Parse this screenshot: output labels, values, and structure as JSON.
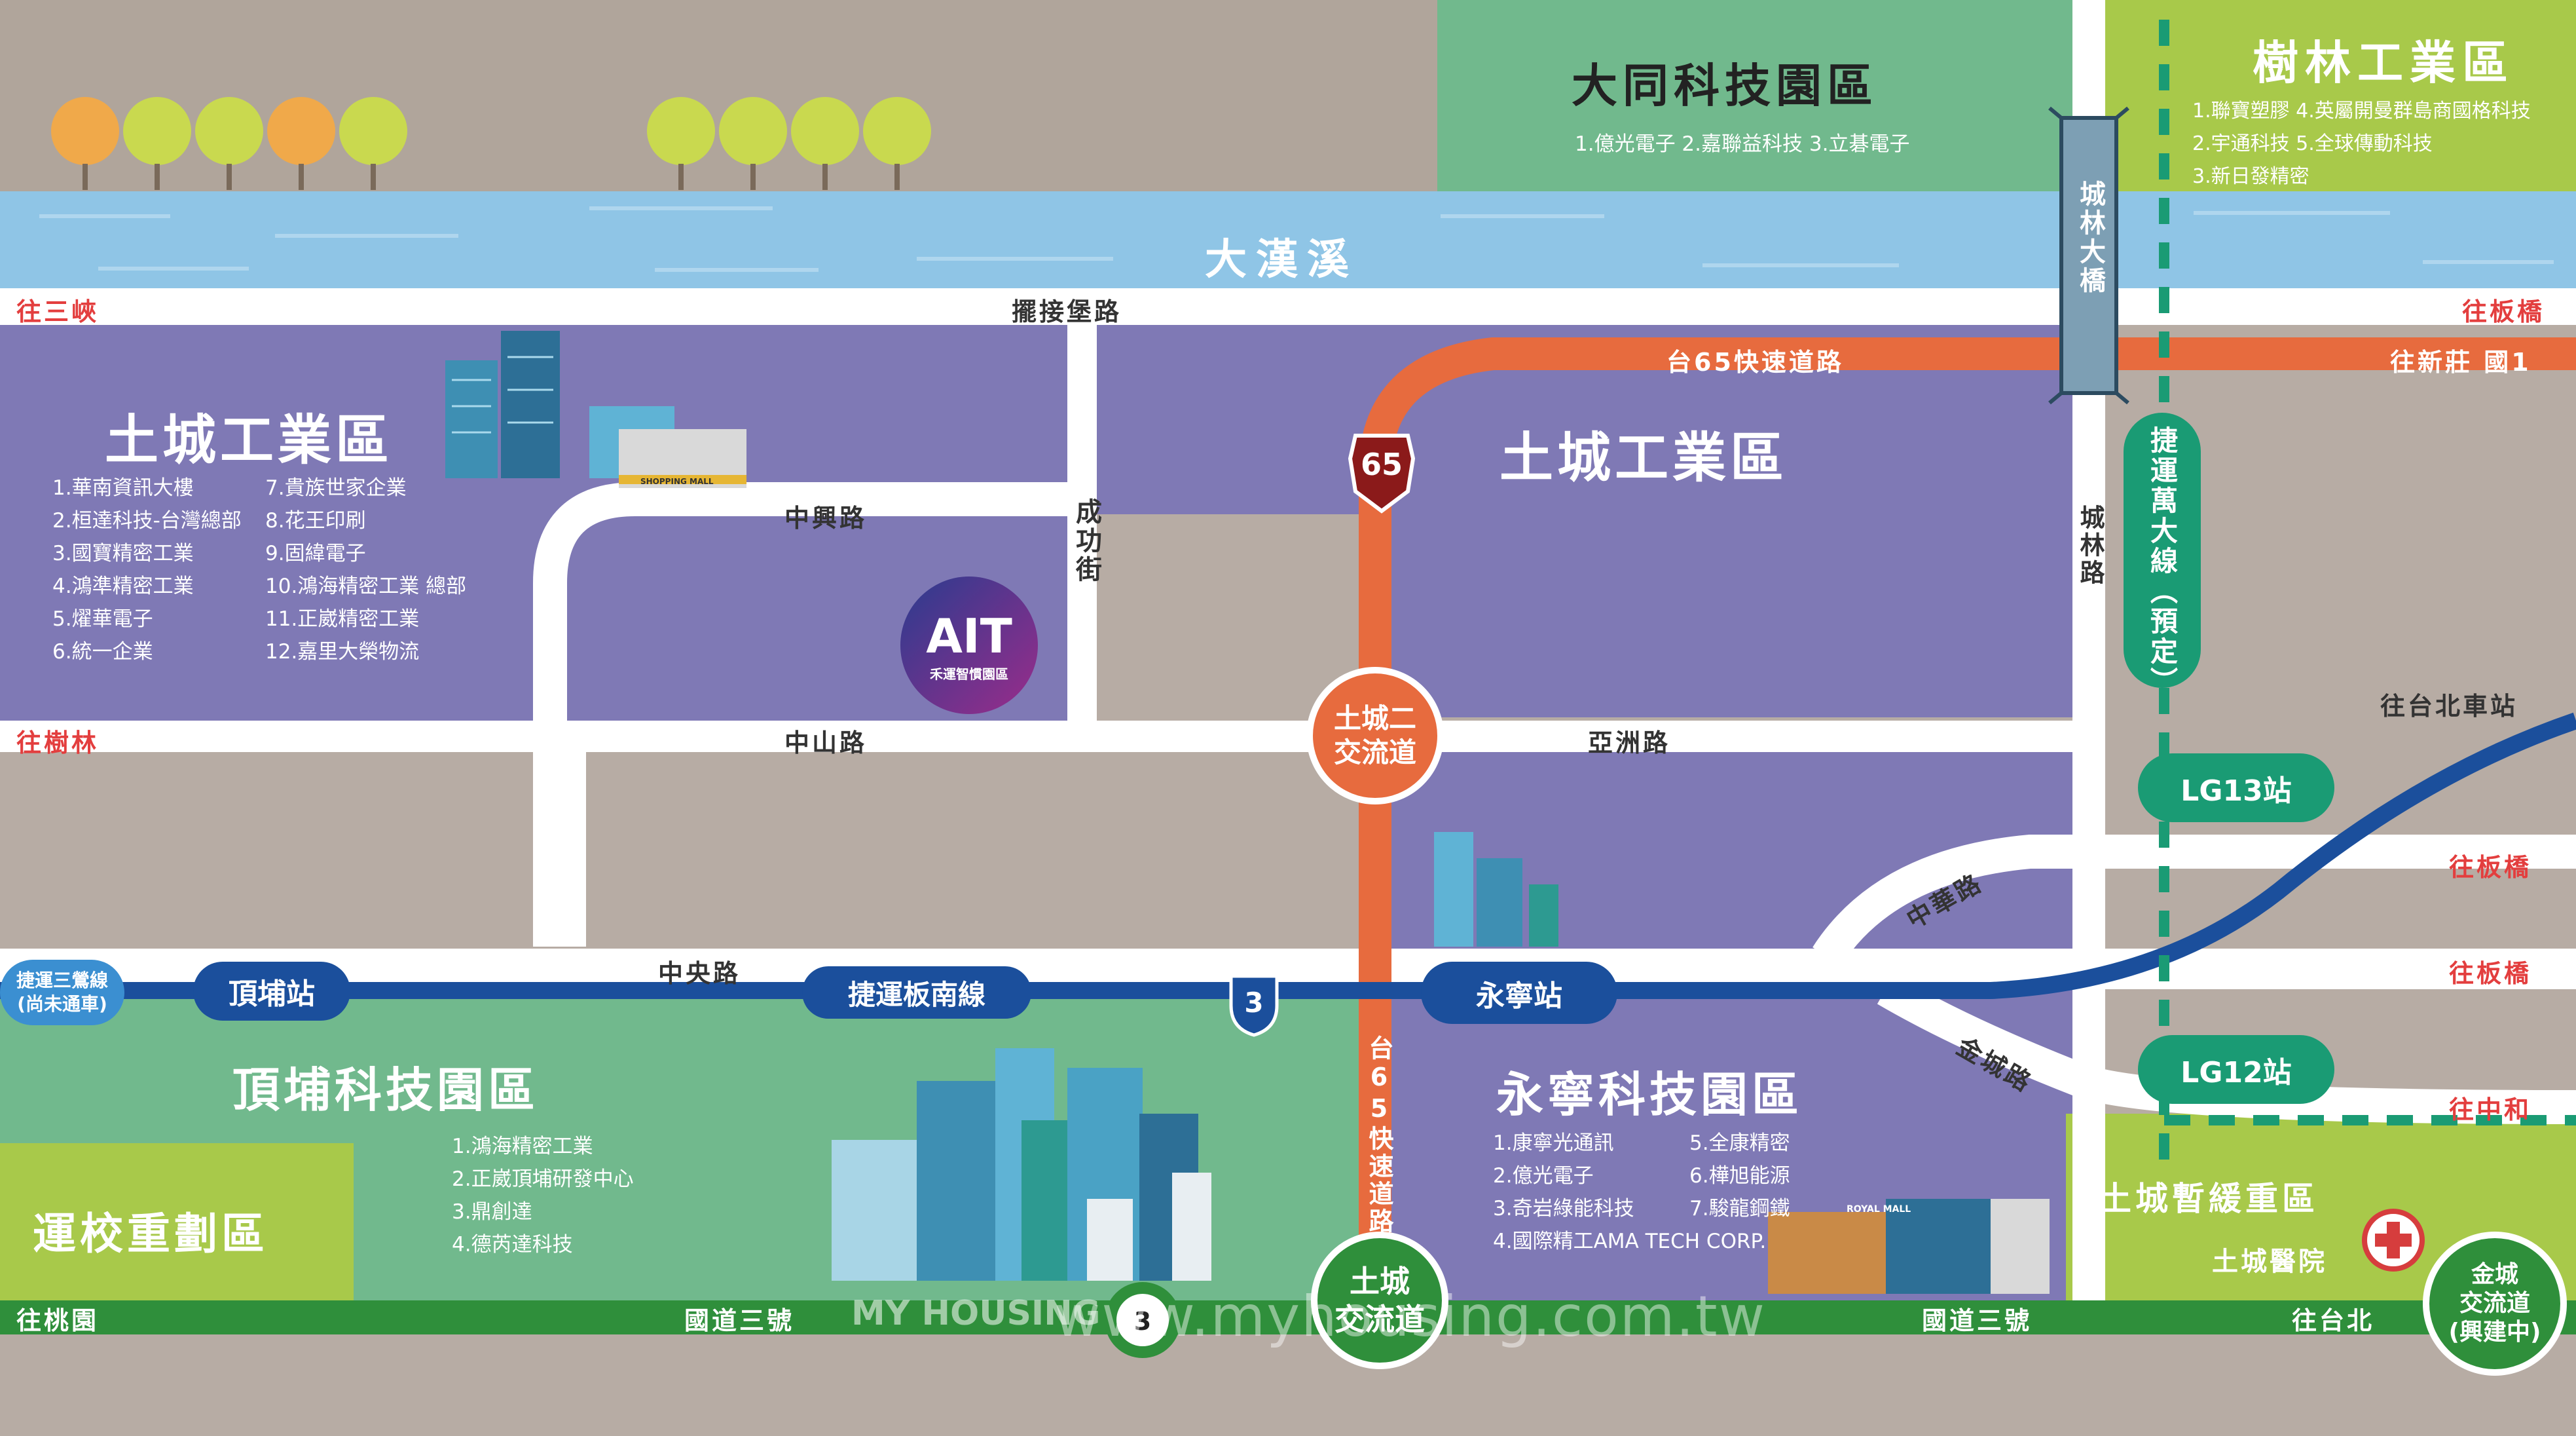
{
  "colors": {
    "purple": "#7f79b5",
    "green_zone": "#71b98d",
    "lime": "#a8c94a",
    "river": "#8fc5e6",
    "highway_orange": "#e76b3e",
    "metro_blue": "#1b4f9c",
    "freeway_green": "#2f8f3b",
    "mint_line": "#1a9b74",
    "bridge": "#7d9fb4",
    "ground": "#b7aca4",
    "road": "#ffffff"
  },
  "parks": {
    "tucheng_west": {
      "title": "土城工業區",
      "items_col1": [
        "1.華南資訊大樓",
        "2.桓達科技-台灣總部",
        "3.國寶精密工業",
        "4.鴻準精密工業",
        "5.燿華電子",
        "6.統一企業"
      ],
      "items_col2": [
        "7.貴族世家企業",
        "8.花王印刷",
        "9.固緯電子",
        "10.鴻海精密工業 總部",
        "11.正崴精密工業",
        "12.嘉里大榮物流"
      ]
    },
    "tucheng_east": {
      "title": "土城工業區"
    },
    "datong": {
      "title": "大同科技園區",
      "items": "1.億光電子  2.嘉聯益科技  3.立碁電子"
    },
    "shulin": {
      "title": "樹林工業區",
      "items": [
        "1.聯寶塑膠   4.英屬開曼群島商國格科技",
        "2.宇通科技   5.全球傳動科技",
        "3.新日發精密"
      ]
    },
    "dingpu": {
      "title": "頂埔科技園區",
      "items": [
        "1.鴻海精密工業",
        "2.正崴頂埔研發中心",
        "3.鼎創達",
        "4.德芮達科技"
      ]
    },
    "yongning": {
      "title": "永寧科技園區",
      "items_col1": [
        "1.康寧光通訊",
        "2.億光電子",
        "3.奇岩綠能科技",
        "4.國際精工AMA TECH CORP."
      ],
      "items_col2": [
        "5.全康精密",
        "6.樺旭能源",
        "7.駿龍鋼鐵"
      ]
    },
    "yunxiao": {
      "title": "運校重劃區"
    },
    "tucheng_hold": {
      "title": "土城暫緩重區",
      "hospital": "土城醫院"
    }
  },
  "river": {
    "name": "大漢溪"
  },
  "roads": {
    "baijie": "擺接堡路",
    "zhongxing": "中興路",
    "chenggong": "成功街",
    "zhongshan": "中山路",
    "yazhou": "亞洲路",
    "zhongyang": "中央路",
    "zhonghua": "中華路",
    "jincheng": "金城路",
    "chenglin": "城林路",
    "expressway_65": "台65快速道路",
    "expressway_65_vertical": "台65快速道路",
    "freeway3_west": "國道三號",
    "freeway3_east": "國道三號",
    "bridge": "城林大橋"
  },
  "destinations": {
    "to_sanxia": "往三峽",
    "to_shulin": "往樹林",
    "to_taoyuan": "往桃園",
    "to_banqiao_1": "往板橋",
    "to_xinzhuang": "往新莊 國1",
    "to_taipei_station": "往台北車站",
    "to_banqiao_2": "往板橋",
    "to_banqiao_3": "往板橋",
    "to_zhonghe": "往中和",
    "to_taipei": "往台北"
  },
  "metro": {
    "stations": {
      "dingpu": "頂埔站",
      "yongning": "永寧站",
      "lg13": "LG13站",
      "lg12": "LG12站"
    },
    "line_name": "捷運板南線",
    "sanying": "捷運三鶯線\n(尚未通車)",
    "wanda": "捷運萬大線（預定）"
  },
  "interchanges": {
    "tucheng_2": "土城二\n交流道",
    "tucheng": "土城\n交流道",
    "jincheng": "金城\n交流道\n(興建中)"
  },
  "shields": {
    "expressway": "65",
    "freeway": "3",
    "freeway_green": "3"
  },
  "logo": {
    "main": "AIT",
    "sub": "禾運智慣園區"
  },
  "watermark": {
    "brand": "MY HOUSING",
    "url": "www.myhousing.com.tw"
  },
  "mall_signs": {
    "west": "SHOPPING MALL",
    "east": "ROYAL MALL"
  }
}
